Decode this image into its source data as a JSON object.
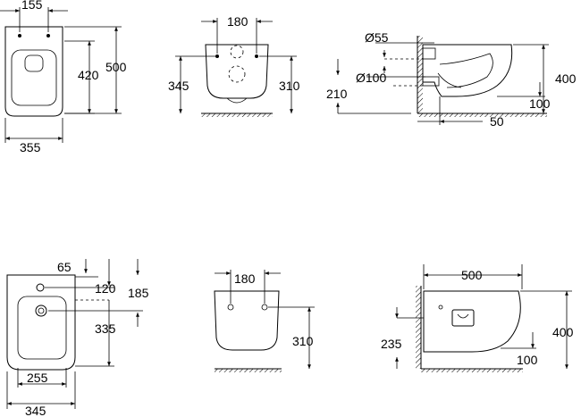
{
  "views": {
    "wc_top": {
      "d155": "155",
      "d420": "420",
      "d500": "500",
      "d355": "355"
    },
    "wc_rear": {
      "d180": "180",
      "d345": "345",
      "d310": "310"
    },
    "wc_side": {
      "d55": "Ø55",
      "d100c": "Ø100",
      "d210": "210",
      "d400": "400",
      "d100": "100",
      "d50": "50"
    },
    "bidet_top": {
      "d65": "65",
      "d120": "120",
      "d185": "185",
      "d335": "335",
      "d255": "255",
      "d345": "345"
    },
    "bidet_rear": {
      "d180": "180",
      "d310": "310"
    },
    "bidet_side": {
      "d500": "500",
      "d400": "400",
      "d235": "235",
      "d100": "100"
    }
  }
}
